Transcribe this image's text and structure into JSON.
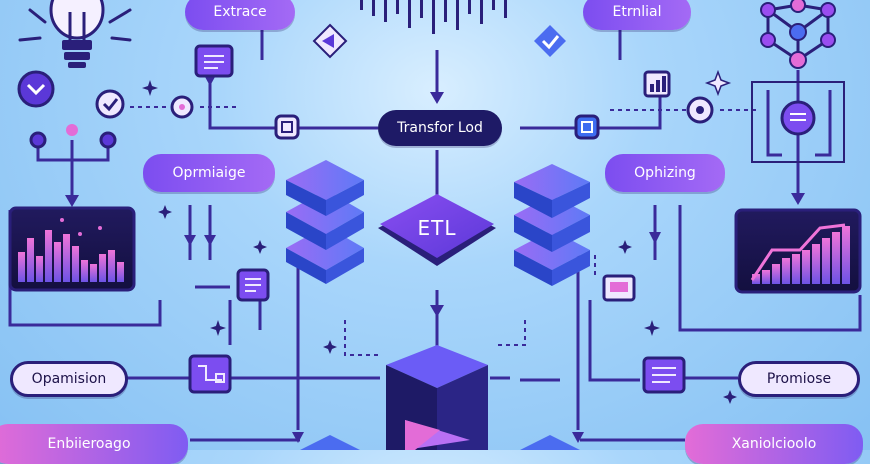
{
  "diagram": {
    "labels": {
      "extract": "Extrace",
      "external": "Etrnlial",
      "transform_load": "Transfor Lod",
      "etl": "ETL",
      "optimizing_left": "Oprmiaige",
      "optimizing_right": "Ophizing",
      "optimization": "Opamision",
      "promise": "Promiose",
      "bottom_left": "Enbiieroago",
      "bottom_right": "Xaniolcioolo"
    },
    "colors": {
      "navy": "#1e1a66",
      "purple": "#7c4df0",
      "pink": "#e36cd7",
      "line": "#3a2a9a",
      "sky": "#a9d6fb"
    },
    "icons": [
      "lightbulb-icon",
      "chevron-down-icon",
      "check-icon",
      "network-icon",
      "bar-chart-icon",
      "line-chart-icon",
      "database-icon",
      "document-icon",
      "sparkle-icon"
    ]
  }
}
